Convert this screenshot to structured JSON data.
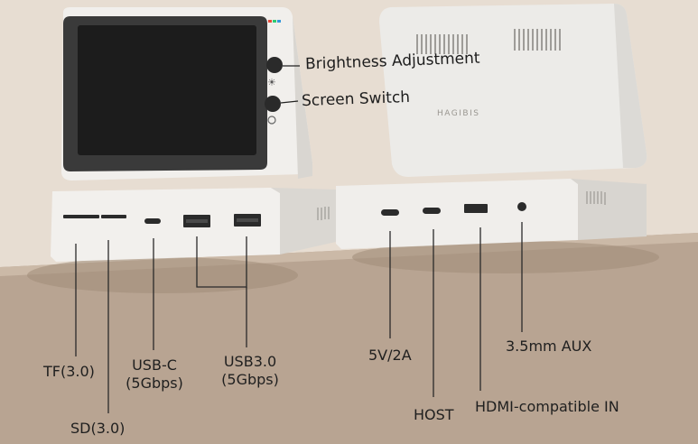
{
  "brand": "HAGIBIS",
  "callouts": {
    "brightness": "Brightness Adjustment",
    "screen_switch": "Screen Switch"
  },
  "front_ports": {
    "tf": "TF(3.0)",
    "sd": "SD(3.0)",
    "usbc_line1": "USB-C",
    "usbc_line2": "(5Gbps)",
    "usb3_line1": "USB3.0",
    "usb3_line2": "(5Gbps)"
  },
  "back_ports": {
    "power": "5V/2A",
    "host": "HOST",
    "hdmi": "HDMI-compatible IN",
    "aux": "3.5mm AUX"
  }
}
